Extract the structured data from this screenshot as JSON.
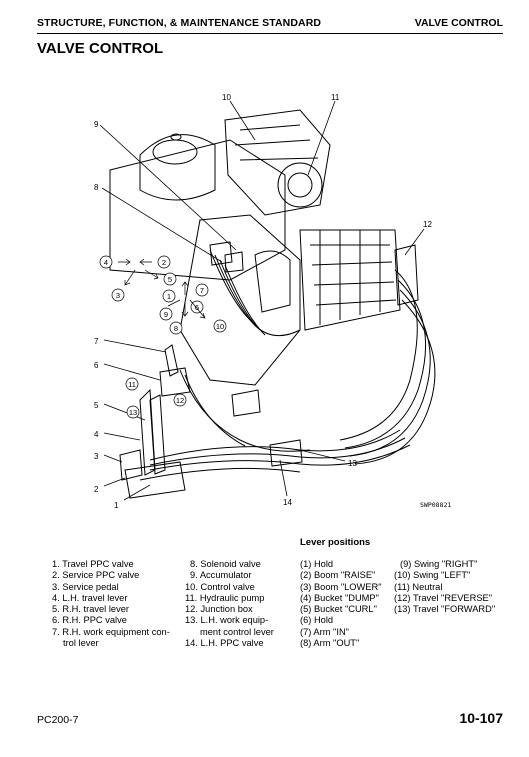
{
  "header": {
    "left": "STRUCTURE, FUNCTION, & MAINTENANCE STANDARD",
    "right": "VALVE CONTROL"
  },
  "title": "VALVE CONTROL",
  "figure_code": "SWP08821",
  "callouts": [
    "1",
    "2",
    "3",
    "4",
    "5",
    "6",
    "7",
    "8",
    "9",
    "10",
    "11",
    "12",
    "13",
    "14"
  ],
  "lever_callouts": [
    "1",
    "2",
    "3",
    "4",
    "5",
    "6",
    "7",
    "8",
    "9",
    "10",
    "11",
    "12",
    "13"
  ],
  "legend_col1": [
    "1. Travel PPC valve",
    "2. Service PPC valve",
    "3. Service pedal",
    "4. L.H. travel lever",
    "5. R.H. travel lever",
    "6. R.H. PPC valve",
    "7. R.H. work equipment con-",
    "trol lever"
  ],
  "legend_col2": [
    "8. Solenoid valve",
    "9. Accumulator",
    "10. Control valve",
    "11. Hydraulic pump",
    "12. Junction box",
    "13. L.H. work equip-",
    "ment control lever",
    "14. L.H. PPC valve"
  ],
  "lever_positions_title": "Lever positions",
  "legend_col3": [
    "(1) Hold",
    "(2) Boom \"RAISE\"",
    "(3) Boom \"LOWER\"",
    "(4) Bucket \"DUMP\"",
    "(5) Bucket \"CURL\"",
    "(6) Hold",
    "(7) Arm \"IN\"",
    "(8) Arm \"OUT\""
  ],
  "legend_col4": [
    "(9) Swing \"RIGHT\"",
    "(10) Swing \"LEFT\"",
    "(11) Neutral",
    "(12) Travel \"REVERSE\"",
    "(13) Travel \"FORWARD\""
  ],
  "footer": {
    "model": "PC200-7",
    "page": "10-107"
  }
}
